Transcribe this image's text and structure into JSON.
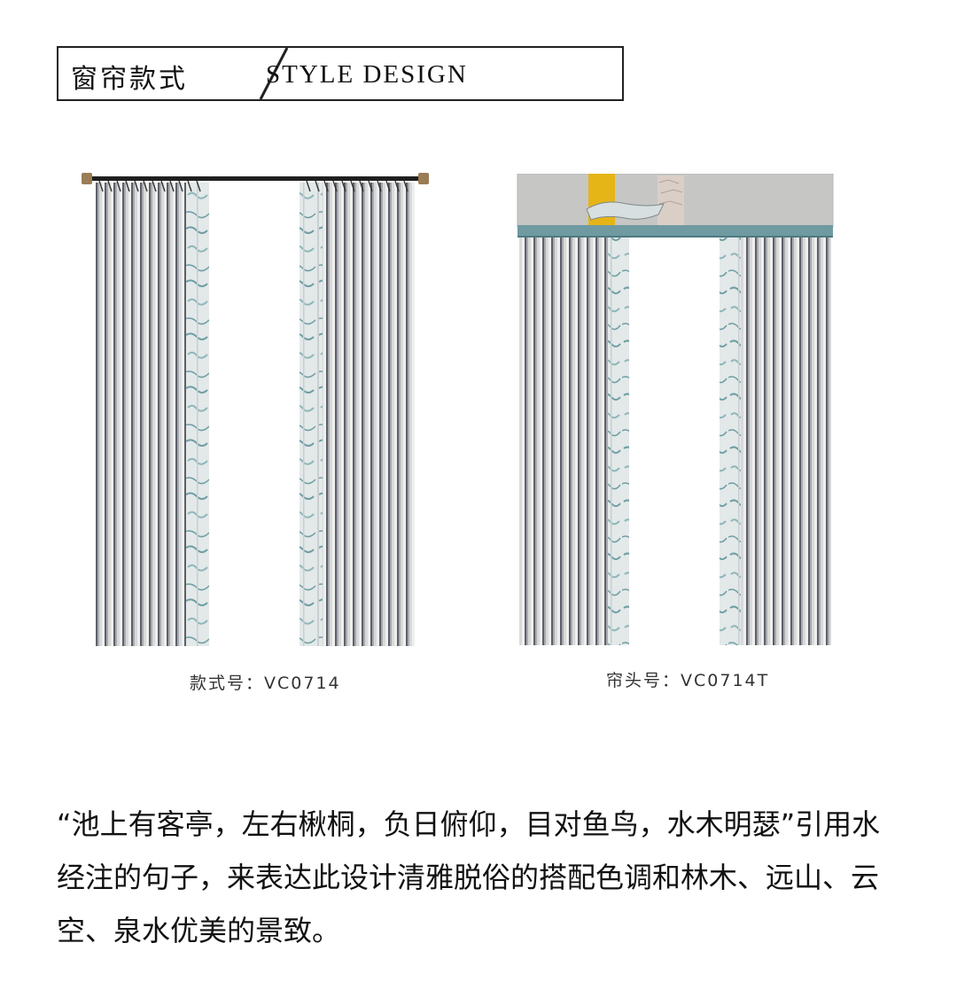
{
  "header": {
    "title_zh": "窗帘款式",
    "title_en": "STYLE DESIGN"
  },
  "figures": {
    "left": {
      "caption": "款式号：VC0714"
    },
    "right": {
      "caption": "帘头号：VC0714T"
    }
  },
  "body": {
    "text": "“池上有客亭，左右楸桐，负日俯仰，目对鱼鸟，水木明瑟”引用水经注的句子，来表达此设计清雅脱俗的搭配色调和林木、远山、云空、泉水优美的景致。"
  },
  "colors": {
    "curtain_light": "#d6d7d6",
    "curtain_dark": "#5c6069",
    "pattern_base": "#e3e8e9",
    "pattern_accent": "#6e9ea2",
    "rod": "#1f1f1f",
    "rod_finial": "#9a7c55",
    "valance_band": "#6f9aa1",
    "valance_panel": "#c6c6c4",
    "valance_yellow": "#e5b417"
  }
}
